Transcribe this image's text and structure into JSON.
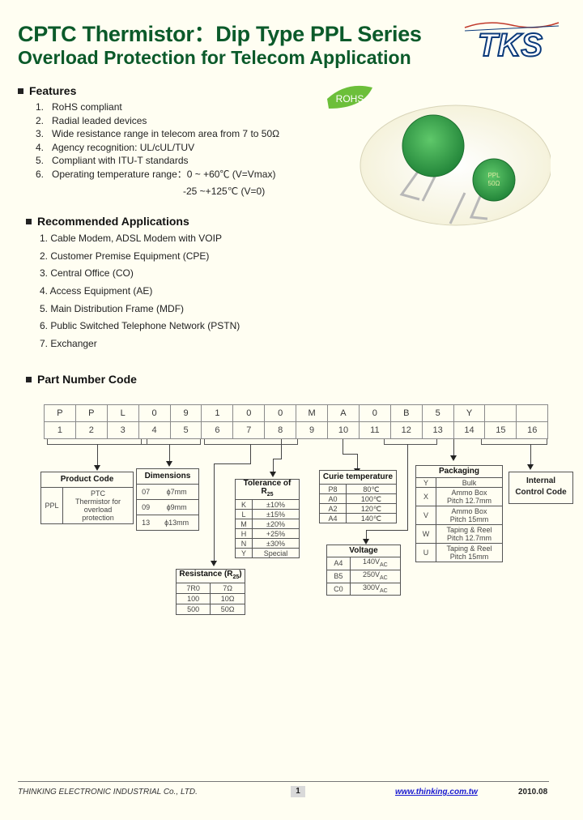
{
  "header": {
    "title_line1": "CPTC Thermistor：Dip Type PPL Series",
    "title_line2": "Overload Protection for Telecom Application",
    "logo_text": "TKS"
  },
  "features": {
    "heading": "Features",
    "items": [
      {
        "n": "1.",
        "text": "RoHS compliant"
      },
      {
        "n": "2.",
        "text": "Radial leaded devices"
      },
      {
        "n": "3.",
        "text": "Wide resistance range in telecom area from 7 to 50Ω"
      },
      {
        "n": "4.",
        "text": "Agency recognition: UL/cUL/TUV"
      },
      {
        "n": "5.",
        "text": "Compliant with ITU-T standards"
      },
      {
        "n": "6.",
        "text": "Operating temperature range：0 ~ +60℃ (V=Vmax)"
      }
    ],
    "item6_line2": "-25 ~+125℃ (V=0)",
    "rohs_badge": "ROHS",
    "component_marking_line1": "PPL",
    "component_marking_line2": "50Ω"
  },
  "applications": {
    "heading": "Recommended Applications",
    "items": [
      "1. Cable Modem, ADSL Modem with VOIP",
      "2. Customer Premise Equipment (CPE)",
      "3. Central Office (CO)",
      "4. Access Equipment (AE)",
      "5. Main Distribution Frame (MDF)",
      "6. Public Switched Telephone Network (PSTN)",
      "7. Exchanger"
    ]
  },
  "part_number": {
    "heading": "Part Number Code",
    "code": [
      "P",
      "P",
      "L",
      "0",
      "9",
      "1",
      "0",
      "0",
      "M",
      "A",
      "0",
      "B",
      "5",
      "Y",
      "",
      ""
    ],
    "positions": [
      "1",
      "2",
      "3",
      "4",
      "5",
      "6",
      "7",
      "8",
      "9",
      "10",
      "11",
      "12",
      "13",
      "14",
      "15",
      "16"
    ],
    "product_code": {
      "title": "Product Code",
      "code": "PPL",
      "desc_lines": [
        "PTC",
        "Thermistor for",
        "overload",
        "protection"
      ]
    },
    "dimensions": {
      "title": "Dimensions",
      "rows": [
        [
          "07",
          "ϕ7mm"
        ],
        [
          "09",
          "ϕ9mm"
        ],
        [
          "13",
          "ϕ13mm"
        ]
      ]
    },
    "tolerance": {
      "title": "Tolerance of R",
      "title_sub": "25",
      "rows": [
        [
          "K",
          "±10%"
        ],
        [
          "L",
          "±15%"
        ],
        [
          "M",
          "±20%"
        ],
        [
          "H",
          "+25%"
        ],
        [
          "N",
          "±30%"
        ],
        [
          "Y",
          "Special"
        ]
      ]
    },
    "resistance": {
      "title": "Resistance (R",
      "title_sub": "25",
      "title_end": ")",
      "rows": [
        [
          "7R0",
          "7Ω"
        ],
        [
          "100",
          "10Ω"
        ],
        [
          "500",
          "50Ω"
        ]
      ]
    },
    "curie": {
      "title": "Curie temperature",
      "rows": [
        [
          "P8",
          "80℃"
        ],
        [
          "A0",
          "100℃"
        ],
        [
          "A2",
          "120℃"
        ],
        [
          "A4",
          "140℃"
        ]
      ]
    },
    "voltage": {
      "title": "Voltage",
      "sub": "AC",
      "rows": [
        [
          "A4",
          "140V"
        ],
        [
          "B5",
          "250V"
        ],
        [
          "C0",
          "300V"
        ]
      ]
    },
    "packaging": {
      "title": "Packaging",
      "rows": [
        {
          "code": "Y",
          "lines": [
            "Bulk"
          ]
        },
        {
          "code": "X",
          "lines": [
            "Ammo Box",
            "Pitch 12.7mm"
          ]
        },
        {
          "code": "V",
          "lines": [
            "Ammo Box",
            "Pitch 15mm"
          ]
        },
        {
          "code": "W",
          "lines": [
            "Taping & Reel",
            "Pitch 12.7mm"
          ]
        },
        {
          "code": "U",
          "lines": [
            "Taping & Reel",
            "Pitch 15mm"
          ]
        }
      ]
    },
    "internal": {
      "line1": "Internal",
      "line2": "Control Code"
    }
  },
  "footer": {
    "company": "THINKING ELECTRONIC INDUSTRIAL Co., LTD.",
    "page": "1",
    "url": "www.thinking.com.tw",
    "date": "2010.08"
  },
  "colors": {
    "title_green": "#0b5a2a",
    "component_green": "#3aa64a",
    "background": "#fffef2",
    "url_blue": "#1a1ad0"
  }
}
